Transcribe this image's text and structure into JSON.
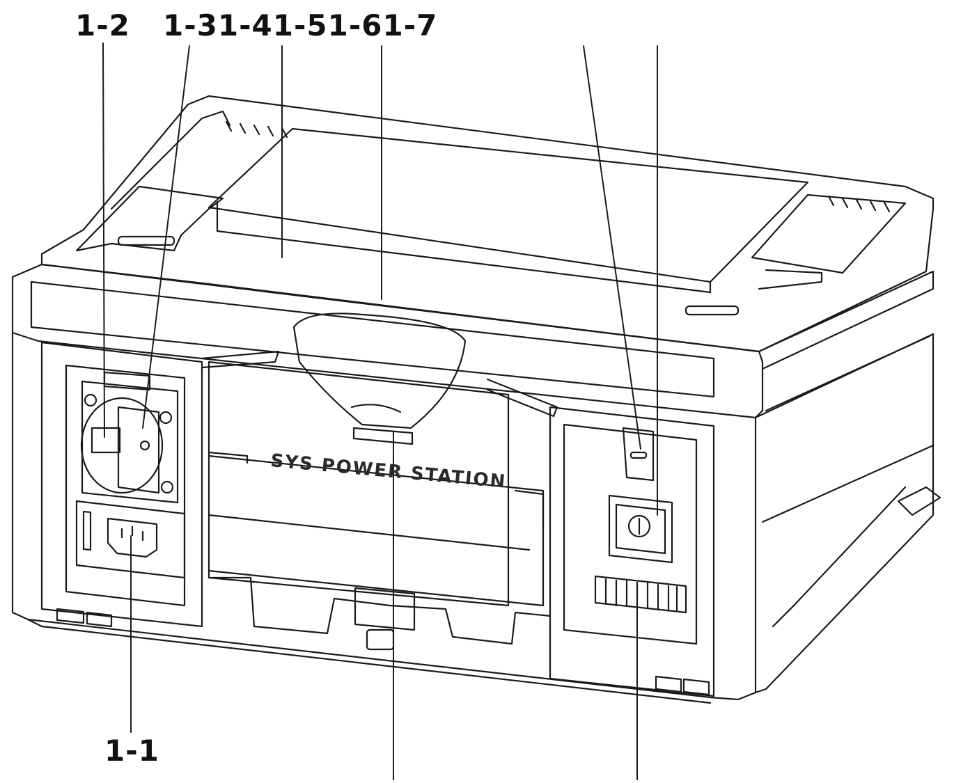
{
  "labels": {
    "top_left": "1-2",
    "top_group": "1-31-41-51-61-7",
    "bottom_left": "1-1"
  },
  "device": {
    "brand_text": "SYS POWER STATION"
  },
  "colors": {
    "line": "#1a1a1a",
    "background": "#ffffff"
  }
}
